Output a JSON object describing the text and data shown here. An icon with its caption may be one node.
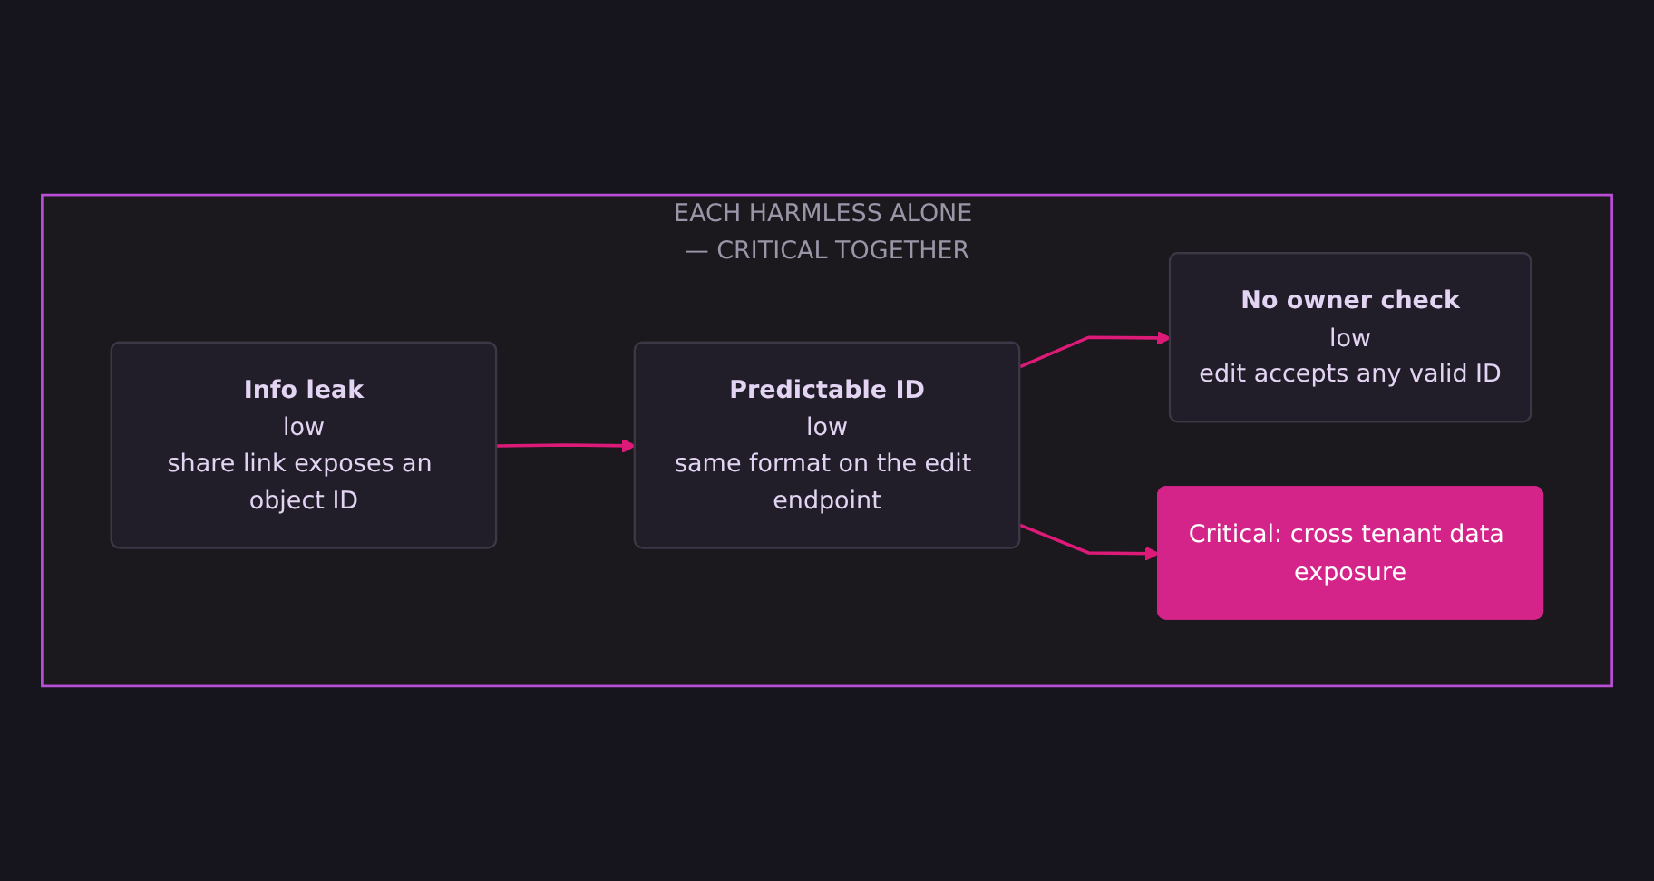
{
  "diagram": {
    "nodes": [
      {
        "text": [
          "EACH HARMLESS ALONE — CRITICAL TOGETHER"
        ]
      },
      {
        "text": [
          "Info leak",
          "low",
          "share link exposes an object ID"
        ],
        "in": 0
      },
      {
        "text": [
          "Predictable ID",
          "low",
          "same format on the edit endpoint"
        ],
        "in": 0
      },
      {
        "text": [
          "No owner check",
          "low",
          "edit accepts any valid ID"
        ],
        "in": 0
      },
      {
        "text": [
          "Critical: cross tenant data exposure"
        ],
        "in": 0
      }
    ],
    "edges": [
      {
        "from": 1,
        "to": 2,
        "arrow": "to"
      },
      {
        "from": 2,
        "to": 3,
        "arrow": "to"
      },
      {
        "from": 2,
        "to": 4,
        "arrow": "to"
      }
    ]
  }
}
